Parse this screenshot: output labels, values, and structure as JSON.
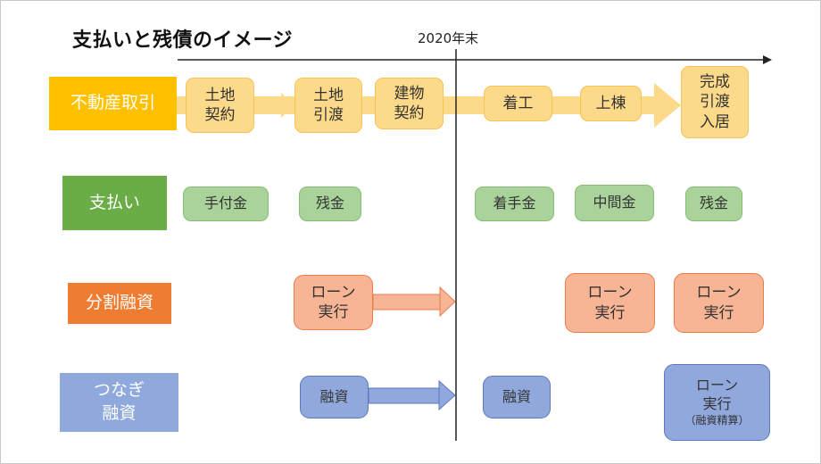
{
  "title": "支払いと残債のイメージ",
  "timeline_label": "2020年末",
  "colors": {
    "real_estate": "#ffc000",
    "payment": "#6aac46",
    "installment": "#ee7d31",
    "bridge": "#8fa9dc",
    "yellow_box": "#fdd98a",
    "green_box": "#a9d39a",
    "orange_box": "#f8b595",
    "blue_box": "#91a8dd"
  },
  "categories": {
    "real_estate": "不動産取引",
    "payment": "支払い",
    "installment": "分割融資",
    "bridge": {
      "line1": "つなぎ",
      "line2": "融資"
    }
  },
  "real_estate_steps": [
    {
      "line1": "土地",
      "line2": "契約"
    },
    {
      "line1": "土地",
      "line2": "引渡"
    },
    {
      "line1": "建物",
      "line2": "契約"
    },
    {
      "line1": "着工"
    },
    {
      "line1": "上棟"
    },
    {
      "line1": "完成",
      "line2": "引渡",
      "line3": "入居"
    }
  ],
  "payments": [
    "手付金",
    "残金",
    "着手金",
    "中間金",
    "残金"
  ],
  "installment_loans": [
    {
      "line1": "ローン",
      "line2": "実行"
    },
    {
      "line1": "ローン",
      "line2": "実行"
    },
    {
      "line1": "ローン",
      "line2": "実行"
    }
  ],
  "bridge_loans": [
    {
      "line1": "融資"
    },
    {
      "line1": "融資"
    },
    {
      "line1": "ローン",
      "line2": "実行",
      "note": "（融資精算）"
    }
  ]
}
